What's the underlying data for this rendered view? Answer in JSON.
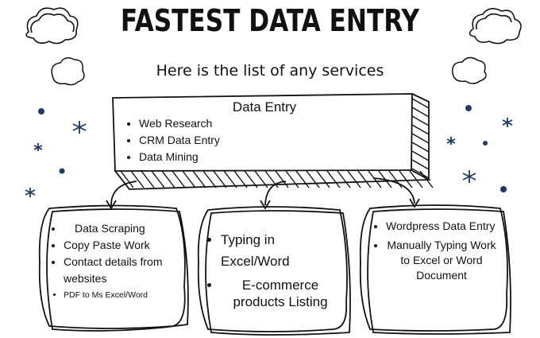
{
  "title": "FASTEST DATA ENTRY",
  "subtitle": "Here is the list of any services",
  "main_box": {
    "heading": "Data Entry",
    "items": [
      "Web Research",
      "CRM Data Entry",
      "Data Mining"
    ]
  },
  "cards": [
    {
      "items": [
        "Data Scraping",
        "Copy Paste Work",
        "Contact details from websites",
        "PDF to Ms Excel/Word"
      ]
    },
    {
      "items": [
        "Typing in Excel/Word",
        "E-commerce products Listing"
      ]
    },
    {
      "items": [
        "Wordpress Data Entry",
        "Manually Typing Work to Excel or Word Document"
      ]
    }
  ],
  "colors": {
    "ink": "#111111",
    "accent_dots": "#1f3a66"
  }
}
